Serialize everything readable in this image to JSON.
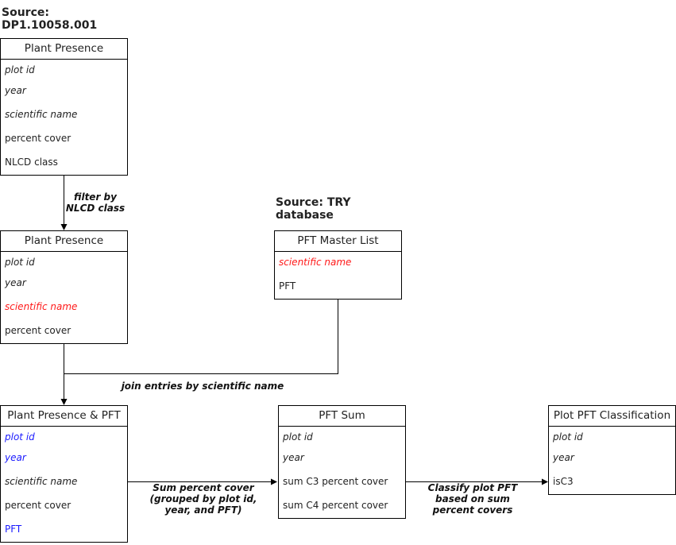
{
  "sources": {
    "neon": [
      "Source:",
      "DP1.10058.001"
    ],
    "try": [
      "Source: TRY",
      "database"
    ]
  },
  "boxes": {
    "plant_presence_1": {
      "title": "Plant Presence",
      "fields": [
        "plot id",
        "year",
        "scientific name",
        "percent cover",
        "NLCD class"
      ]
    },
    "plant_presence_2": {
      "title": "Plant Presence",
      "fields": [
        "plot id",
        "year",
        "scientific name",
        "percent cover"
      ]
    },
    "pft_master": {
      "title": "PFT Master List",
      "fields": [
        "scientific name",
        "PFT"
      ]
    },
    "plant_pft": {
      "title": "Plant Presence & PFT",
      "fields": [
        "plot id",
        "year",
        "scientific name",
        "percent cover",
        "PFT"
      ]
    },
    "pft_sum": {
      "title": "PFT Sum",
      "fields": [
        "plot id",
        "year",
        "sum C3 percent cover",
        "sum C4 percent cover"
      ]
    },
    "plot_class": {
      "title": "Plot PFT Classification",
      "fields": [
        "plot id",
        "year",
        "isC3"
      ]
    }
  },
  "edge_labels": {
    "filter": [
      "filter by",
      "NLCD class"
    ],
    "join": [
      "join entries by scientific name"
    ],
    "sum": [
      "Sum percent cover",
      "(grouped by plot id,",
      "year, and PFT)"
    ],
    "classify": [
      "Classify plot PFT",
      "based on sum",
      "percent covers"
    ]
  },
  "colors": {
    "highlight_red": "#ff1a1a",
    "highlight_blue": "#1a1aff",
    "line": "#000000"
  }
}
